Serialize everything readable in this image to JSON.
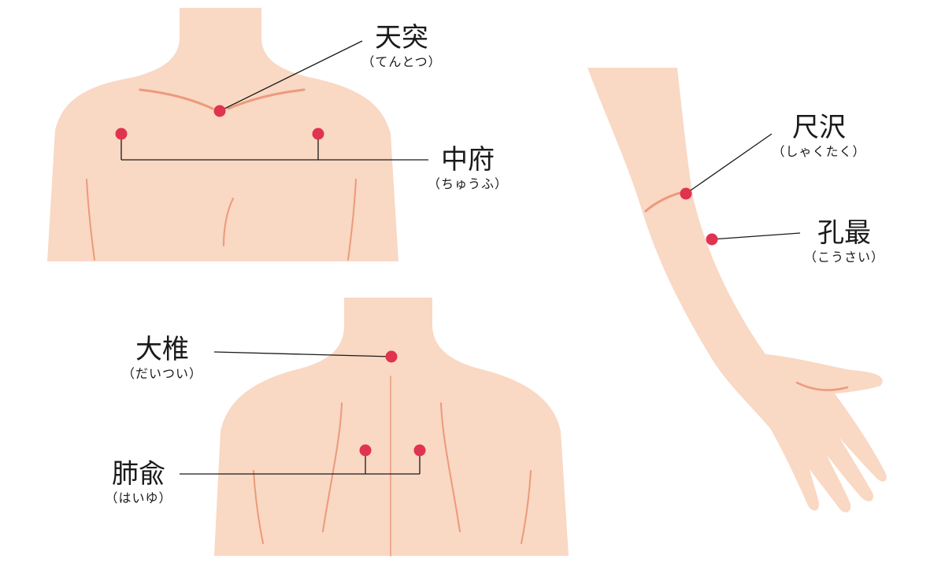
{
  "colors": {
    "skin": "#f9d8c4",
    "crease": "#ec9a7b",
    "point": "#e0334f",
    "leader": "#1a1a1a",
    "text": "#1a1a1a"
  },
  "points": {
    "tentotsu": {
      "name": "天突",
      "reading": "（てんとつ）"
    },
    "chufu": {
      "name": "中府",
      "reading": "（ちゅうふ）"
    },
    "shakutaku": {
      "name": "尺沢",
      "reading": "（しゃくたく）"
    },
    "kosai": {
      "name": "孔最",
      "reading": "（こうさい）"
    },
    "daitsui": {
      "name": "大椎",
      "reading": "（だいつい）"
    },
    "haiyu": {
      "name": "肺兪",
      "reading": "（はいゆ）"
    }
  }
}
